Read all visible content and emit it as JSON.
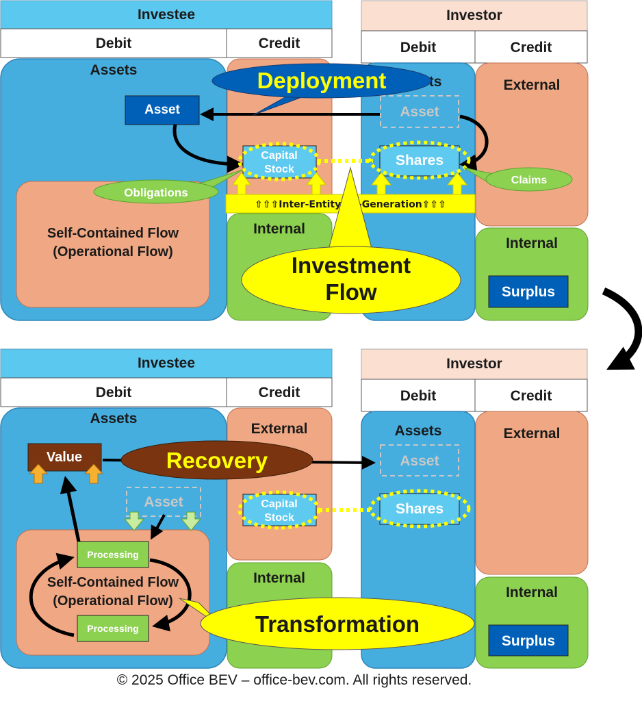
{
  "top": {
    "investee": {
      "header": "Investee",
      "debit": "Debit",
      "credit": "Credit",
      "assets": "Assets",
      "asset": "Asset",
      "capital_stock_line1": "Capital",
      "capital_stock_line2": "Stock",
      "obligations": "Obligations",
      "flow_line1": "Self-Contained Flow",
      "flow_line2": "(Operational Flow)",
      "internal": "Internal"
    },
    "investor": {
      "header": "Investor",
      "debit": "Debit",
      "credit": "Credit",
      "assets": "Assets",
      "asset": "Asset",
      "shares": "Shares",
      "claims": "Claims",
      "external": "External",
      "internal": "Internal",
      "surplus": "Surplus"
    },
    "deployment": "Deployment",
    "co_generation": "⇧⇧⇧Inter-Entity Co-Generation⇧⇧⇧",
    "investment_flow_line1": "Investment",
    "investment_flow_line2": "Flow"
  },
  "bottom": {
    "investee": {
      "header": "Investee",
      "debit": "Debit",
      "credit": "Credit",
      "assets": "Assets",
      "value": "Value",
      "asset": "Asset",
      "processing_top": "Processing",
      "processing_bottom": "Processing",
      "flow_line1": "Self-Contained Flow",
      "flow_line2": "(Operational Flow)",
      "external": "External",
      "capital_stock_line1": "Capital",
      "capital_stock_line2": "Stock",
      "internal": "Internal"
    },
    "investor": {
      "header": "Investor",
      "debit": "Debit",
      "credit": "Credit",
      "assets": "Assets",
      "asset": "Asset",
      "shares": "Shares",
      "external": "External",
      "internal": "Internal",
      "surplus": "Surplus"
    },
    "recovery": "Recovery",
    "transformation": "Transformation"
  },
  "copyright": "© 2025 Office BEV – office-bev.com. All rights reserved.",
  "colors": {
    "header_investee": "#5bc8f0",
    "header_investor": "#fbe0d2",
    "assets_blue": "#45aedf",
    "salmon": "#f0a884",
    "green": "#8cd150",
    "dark_blue": "#0060b8",
    "light_blue": "#5fcaf0",
    "yellow": "#ffff00",
    "brown": "#7a3510",
    "orange": "#f8b030"
  }
}
